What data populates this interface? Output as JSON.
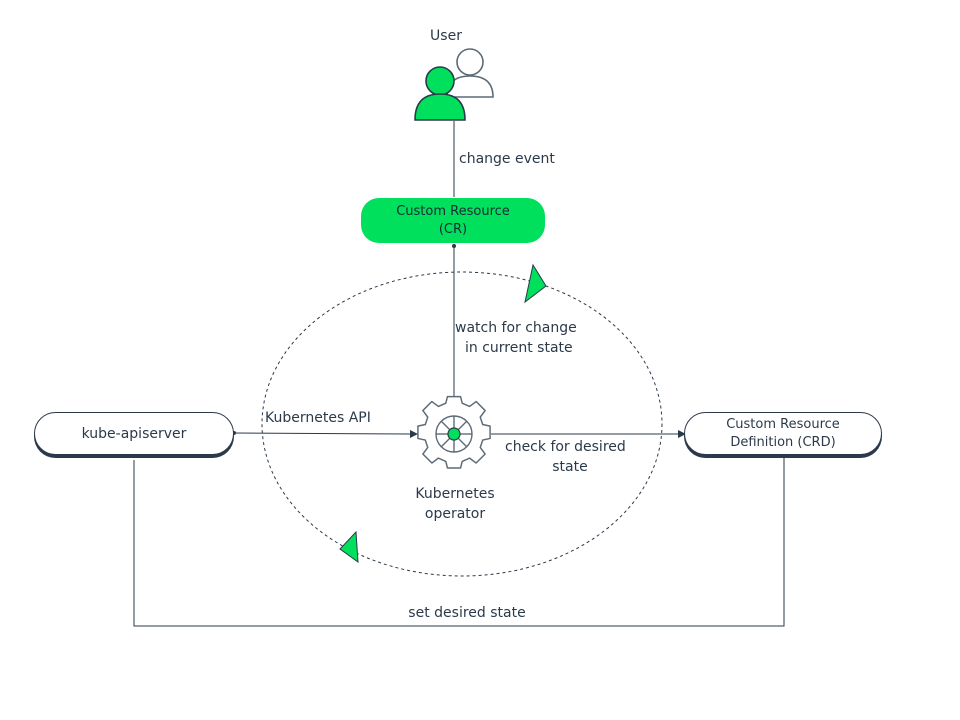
{
  "user": {
    "label": "User",
    "icon": "users-icon"
  },
  "custom_resource": {
    "line1": "Custom Resource",
    "line2": "(CR)"
  },
  "kube_apiserver": {
    "label": "kube-apiserver"
  },
  "crd": {
    "line1": "Custom Resource",
    "line2": "Definition (CRD)"
  },
  "operator": {
    "line1": "Kubernetes",
    "line2": "operator",
    "icon": "gear-icon"
  },
  "edges": {
    "change_event": "change event",
    "watch_line1": "watch for change",
    "watch_line2": "in current state",
    "kubernetes_api": "Kubernetes API",
    "check_line1": "check for desired",
    "check_line2": "state",
    "set_desired_state": "set desired state"
  },
  "colors": {
    "accent": "#00e05c",
    "stroke": "#2b3a4a",
    "muted": "#5c6b77"
  }
}
